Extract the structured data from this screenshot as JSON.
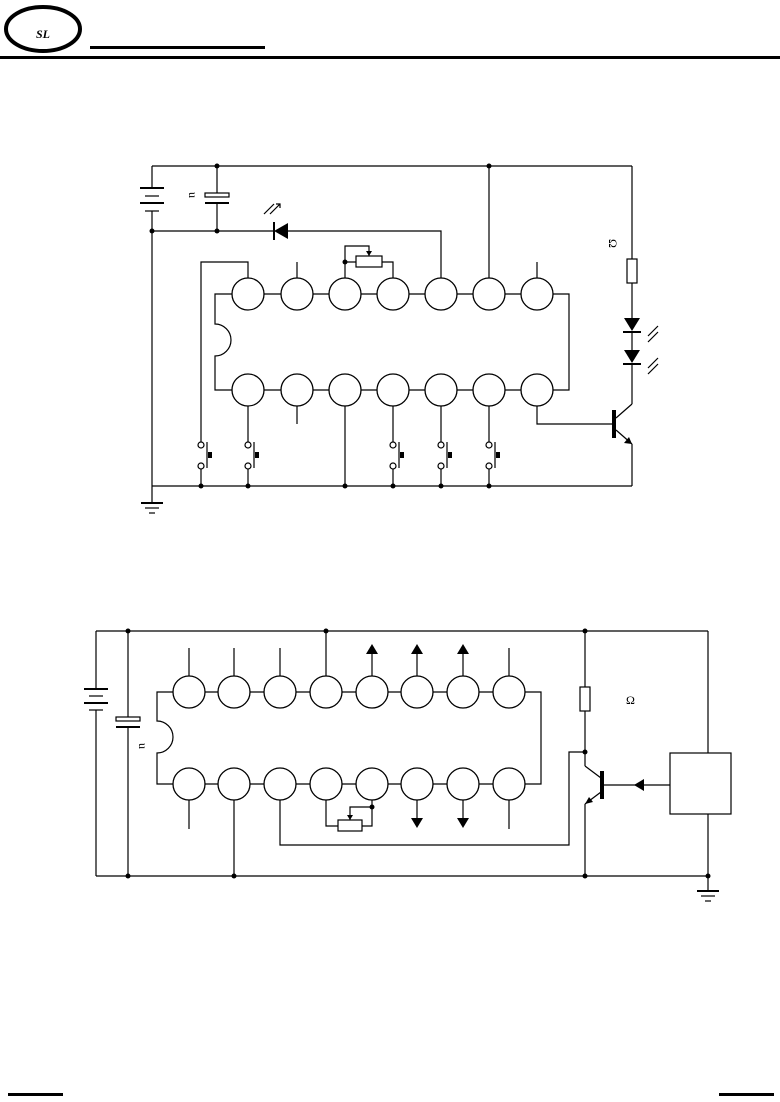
{
  "header": {
    "logo_text": "SL"
  },
  "diagram1": {
    "capacitor_unit": "u",
    "resistor_unit": "Ω"
  },
  "diagram2": {
    "capacitor_unit": "u",
    "resistor_unit": "Ω"
  }
}
